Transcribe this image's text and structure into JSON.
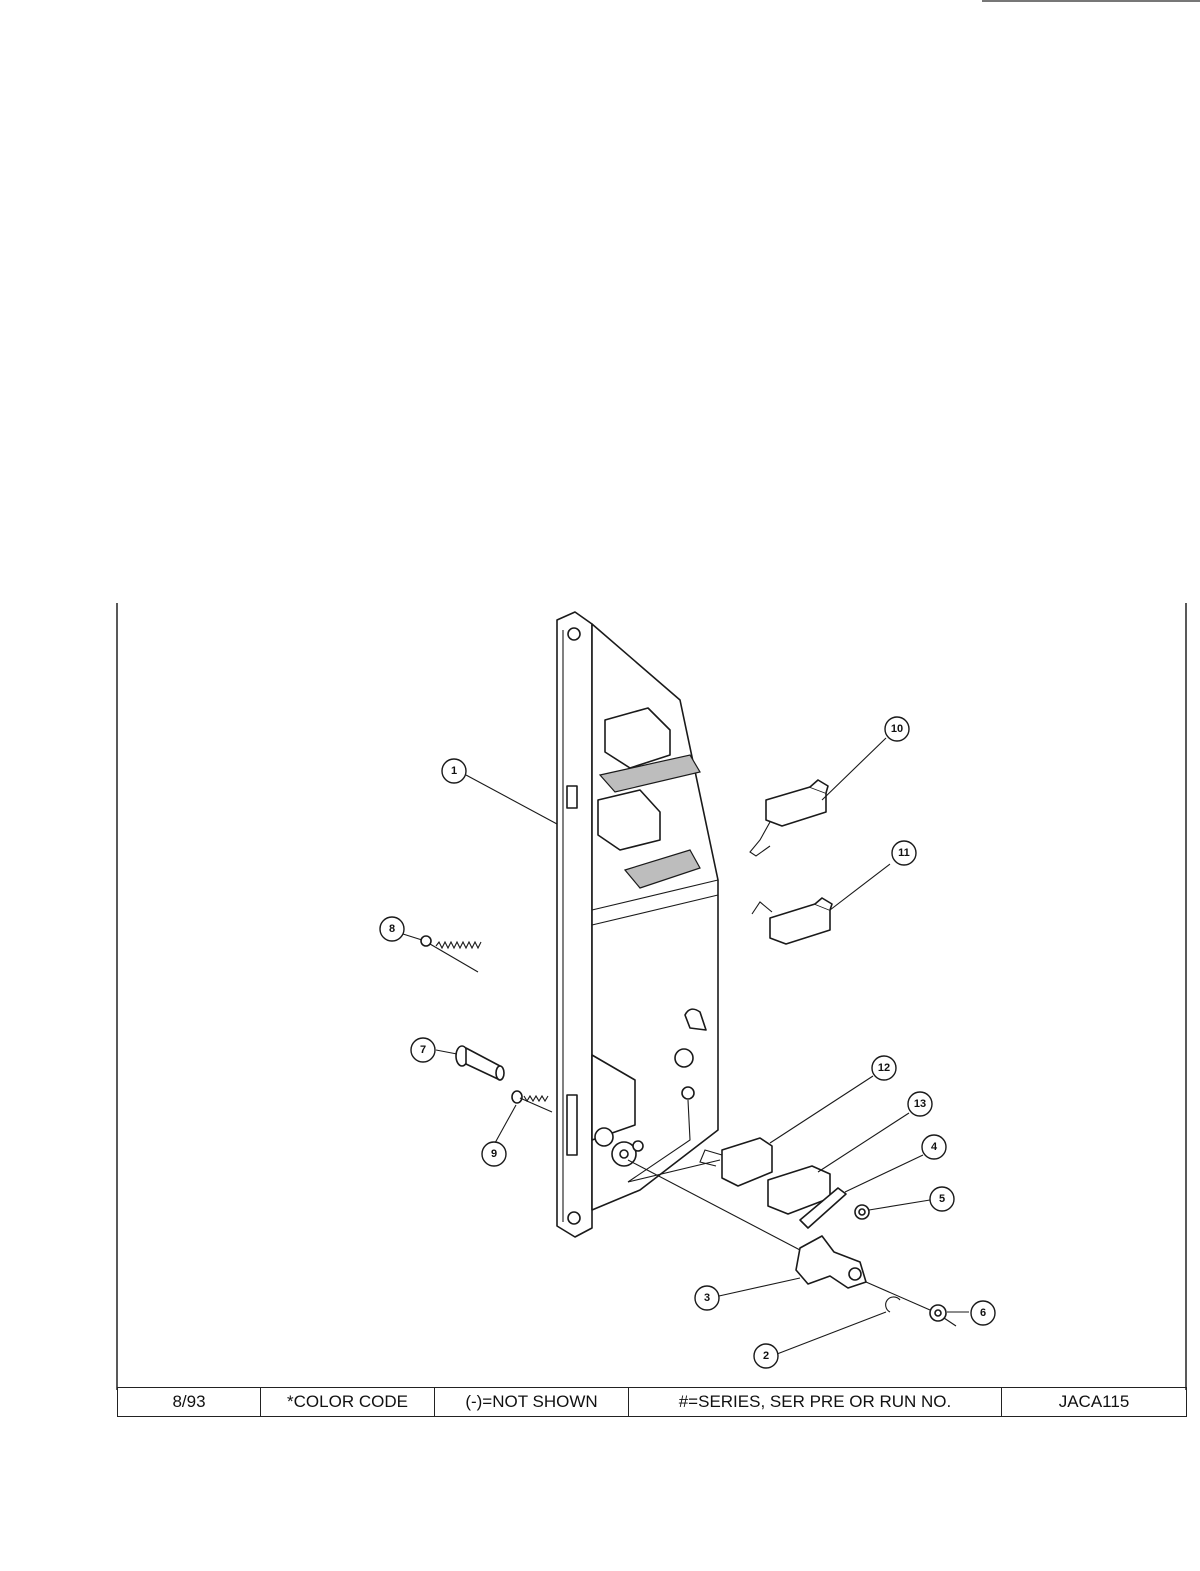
{
  "callouts": [
    {
      "label": "1"
    },
    {
      "label": "2"
    },
    {
      "label": "3"
    },
    {
      "label": "4"
    },
    {
      "label": "5"
    },
    {
      "label": "6"
    },
    {
      "label": "7"
    },
    {
      "label": "8"
    },
    {
      "label": "9"
    },
    {
      "label": "10"
    },
    {
      "label": "11"
    },
    {
      "label": "12"
    },
    {
      "label": "13"
    }
  ],
  "footer": {
    "date": "8/93",
    "color_code": "*COLOR CODE",
    "not_shown": "(-)=NOT SHOWN",
    "series": "#=SERIES, SER PRE OR RUN NO.",
    "drawing_no": "JACA115"
  }
}
